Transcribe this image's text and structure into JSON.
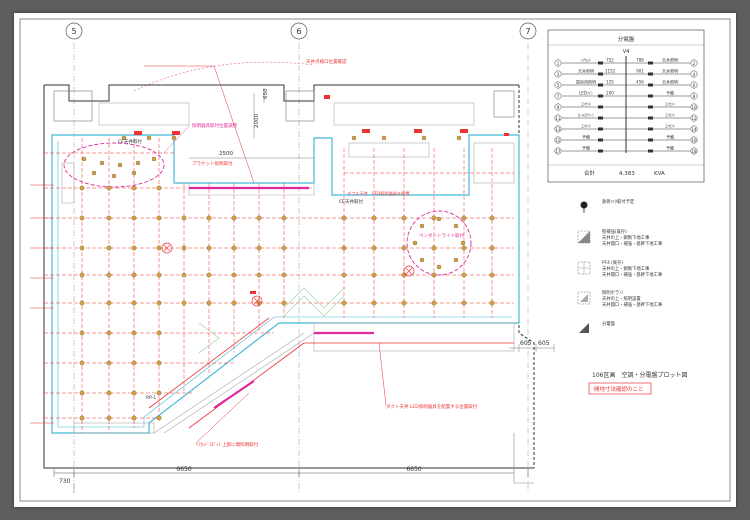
{
  "grid_labels": [
    "5",
    "6",
    "7"
  ],
  "panel_schedule": {
    "title": "分電盤",
    "subtitle": "V4",
    "left_rows": [
      {
        "no": "1",
        "name": "ﾍｱｶｯﾄ",
        "val": "752"
      },
      {
        "no": "3",
        "name": "天井照明",
        "val": "1152"
      },
      {
        "no": "5",
        "name": "厨房用照明",
        "val": "125"
      },
      {
        "no": "7",
        "name": "LEDﾗｲﾝ",
        "val": "200"
      },
      {
        "no": "9",
        "name": "ｺﾝｾﾝﾄ",
        "val": ""
      },
      {
        "no": "11",
        "name": "ﾛｰﾙｽｸﾘｰﾝ",
        "val": ""
      },
      {
        "no": "13",
        "name": "ｺﾝｾﾝﾄ",
        "val": ""
      },
      {
        "no": "15",
        "name": "予備",
        "val": ""
      },
      {
        "no": "17",
        "name": "予備",
        "val": ""
      }
    ],
    "right_rows": [
      {
        "no": "2",
        "name": "天井照明",
        "val": "788"
      },
      {
        "no": "4",
        "name": "天井照明",
        "val": "901"
      },
      {
        "no": "6",
        "name": "天井照明",
        "val": "456"
      },
      {
        "no": "8",
        "name": "予備",
        "val": ""
      },
      {
        "no": "10",
        "name": "ｺﾝｾﾝﾄ",
        "val": ""
      },
      {
        "no": "12",
        "name": "ｺﾝｾﾝﾄ",
        "val": ""
      },
      {
        "no": "14",
        "name": "ｺﾝｾﾝﾄ",
        "val": ""
      },
      {
        "no": "16",
        "name": "予備",
        "val": ""
      },
      {
        "no": "18",
        "name": "予備",
        "val": ""
      }
    ],
    "total_label": "合計",
    "total_value": "4.383",
    "total_unit": "KVA"
  },
  "legend": [
    {
      "symbol": "pin",
      "text": "鉄骨ﾌｯｸ取付予定"
    },
    {
      "symbol": "tri",
      "text": "壁補強(既存)\n天井の上・鋼製下地工事\n天井開口・補強・基幹下地工事"
    },
    {
      "symbol": "cross",
      "text": "PF4 (既存)\n天井の上・鋼製下地工事\n天井開口・補強・基幹下地工事"
    },
    {
      "symbol": "box",
      "text": "照明ボラリ\n天井の上・照明設置\n天井開口・補強・基幹下地工事"
    },
    {
      "symbol": "panel",
      "text": "分電盤"
    }
  ],
  "drawing_title": "106区画　空調・分電盤プロット図",
  "note_box": "開地寸法確認のこと",
  "dimensions": {
    "top_2500": "2500",
    "top_2000": "2000",
    "top_650": "650",
    "bottom_730": "730",
    "bottom_6650a": "6650",
    "bottom_6650b": "6650",
    "right_605a": "605",
    "right_605b": "605"
  },
  "annotations": {
    "dashed_circle_top": "照明器具取付位置調整",
    "ce_label": "CE天井取付",
    "pendant_label": "ペンダントライト取付",
    "bracket_label": "ブラケット照明取付",
    "dot_note": "ダブル天井　LED照明器具を配置",
    "bottom_left": "ﾍｱｶｯﾄﾞｽﾎﾟｯﾄ 上部に間照明取付",
    "bottom_right": "ダクト天井 LED照明器具を配置する位置取付",
    "rp_label": "RP-1",
    "top_note": "天井点検口位置確認"
  }
}
